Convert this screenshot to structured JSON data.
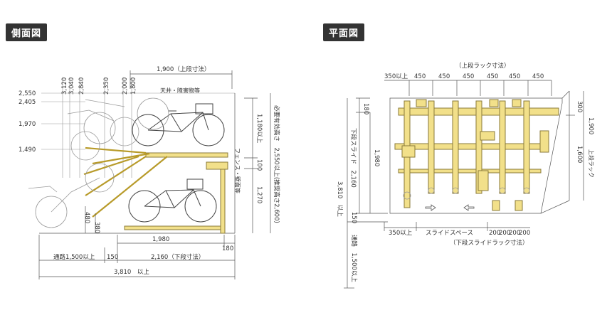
{
  "side": {
    "tag": "側面図",
    "top_dim": "1,900（上段寸法）",
    "heights_left": [
      "2,550",
      "2,405",
      "1,970",
      "1,490"
    ],
    "heights_top": [
      "3,120",
      "3,040",
      "2,840",
      "2,350",
      "2,000",
      "1,800"
    ],
    "ceiling": "天井・障害物等",
    "fence": "フェンス・壁面等",
    "right_dims": [
      "1,180以上",
      "100",
      "1,270"
    ],
    "required_height": "必要有効高さ　2,550以上(推奨高さ2,600)",
    "small_dims": [
      "480",
      "380"
    ],
    "bottom_1980": "1,980",
    "bottom_180": "180",
    "aisle": "通路1,500以上",
    "d150": "150",
    "lower_dim": "2,160（下段寸法）",
    "total": "3,810　以上"
  },
  "plan": {
    "tag": "平面図",
    "top_caption": "（上段ラック寸法）",
    "top_dims": [
      "350以上",
      "450",
      "450",
      "450",
      "450",
      "450",
      "450"
    ],
    "left_180": "180",
    "lower_slide": "下段スライド　2,160",
    "d1980": "1,980",
    "total": "3,810　以上",
    "d150": "150",
    "aisle": "通路　1,500以上",
    "right_dims": [
      "300",
      "1,600",
      "1,900"
    ],
    "upper_rack": "上段ラック",
    "bottom_left": "350以上",
    "slide_space": "スライドスペース",
    "bottom_dims": [
      "200",
      "200",
      "200",
      "200"
    ],
    "bottom_caption": "（下段スライドラック寸法）"
  }
}
